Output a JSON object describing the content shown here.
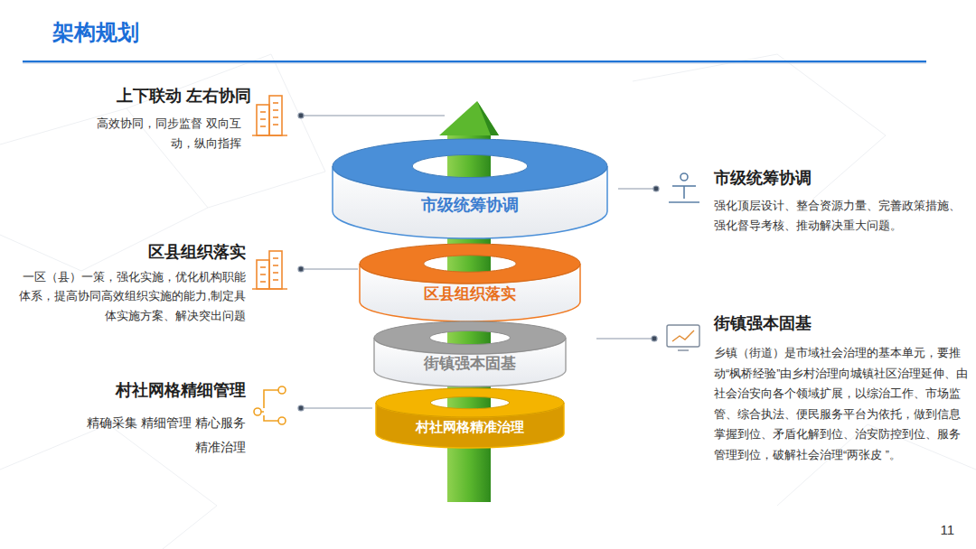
{
  "diagram": {
    "title": "架构规划",
    "nodes": [
      {
        "text": [
          "市级统筹协调"
        ]
      },
      {
        "text": [
          "区县组织落实"
        ]
      },
      {
        "text": [
          "街镇强本固基"
        ]
      },
      {
        "text": [
          "村社网格精准治理"
        ]
      }
    ],
    "labels": [
      "上下联动 左右协同",
      "高效协同，同步监督 双向互动，纵向指挥",
      "区县组织落实",
      "一区（县）一策，强化实施，优化机构职能体系，提高协同高效组织实施的能力,制定具体实施方案、解决突出问题",
      "村社网格精细管理",
      "精确采集 精细管理 精心服务 精准治理",
      "市级统筹协调",
      "强化顶层设计、整合资源力量、完善政策措施、强化督导考核、推动解决重大问题。",
      "街镇强本固基",
      "乡镇（街道）是市域社会治理的基本单元，要推动“枫桥经验”由乡村治理向城镇社区治理延伸、由社会治安向各个领域扩展，以综治工作、市场监管、综合执法、便民服务平台为依托，做到信息掌握到位、矛盾化解到位、治安防控到位、服务管理到位，破解社会治理“两张皮 ”。",
      "11"
    ]
  }
}
